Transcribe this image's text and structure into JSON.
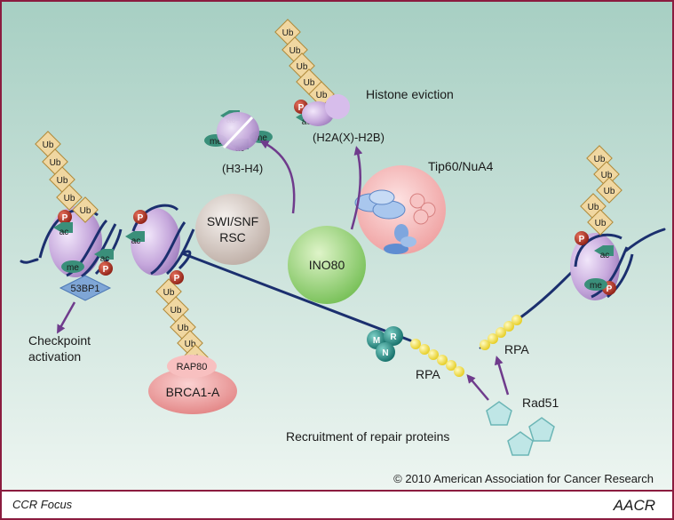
{
  "labels": {
    "ub": "Ub",
    "p": "P",
    "ac": "ac",
    "me": "me",
    "histone_eviction": "Histone eviction",
    "h2a_h2b": "(H2A(X)-H2B)",
    "h3_h4": "(H3-H4)",
    "tip60": "Tip60/NuA4",
    "swi_snf_line1": "SWI/SNF",
    "swi_snf_line2": "RSC",
    "ino80": "INO80",
    "bp53": "53BP1",
    "checkpoint_line1": "Checkpoint",
    "checkpoint_line2": "activation",
    "rap80": "RAP80",
    "brca1a": "BRCA1-A",
    "mrn_m": "M",
    "mrn_r": "R",
    "mrn_n": "N",
    "rpa": "RPA",
    "rad51": "Rad51",
    "recruitment": "Recruitment of repair proteins",
    "copyright": "© 2010 American Association for Cancer Research",
    "footer_left": "CCR Focus",
    "footer_logo": "AACR"
  },
  "colors": {
    "frame": "#8b1c3f",
    "bg_top": "#a7cfc3",
    "bg_bottom": "#e9f3ef",
    "nucleosome": "#c6a8dc",
    "dna": "#1b2f6e",
    "ub_fill": "#f0d7a1",
    "ub_stroke": "#b08a3a",
    "p_fill": "#b03024",
    "marker": "#3a8f7a",
    "arrow": "#6f3b8c",
    "rpa": "#f2e23a",
    "rad51": "#bfe6e6",
    "ino80": "#8cd068",
    "swi": "#d8cdc7",
    "tip60": "#f3a9a9",
    "brca1a": "#ef8f8f",
    "bp53": "#7fa6d6",
    "mrn": "#1f8a83"
  }
}
